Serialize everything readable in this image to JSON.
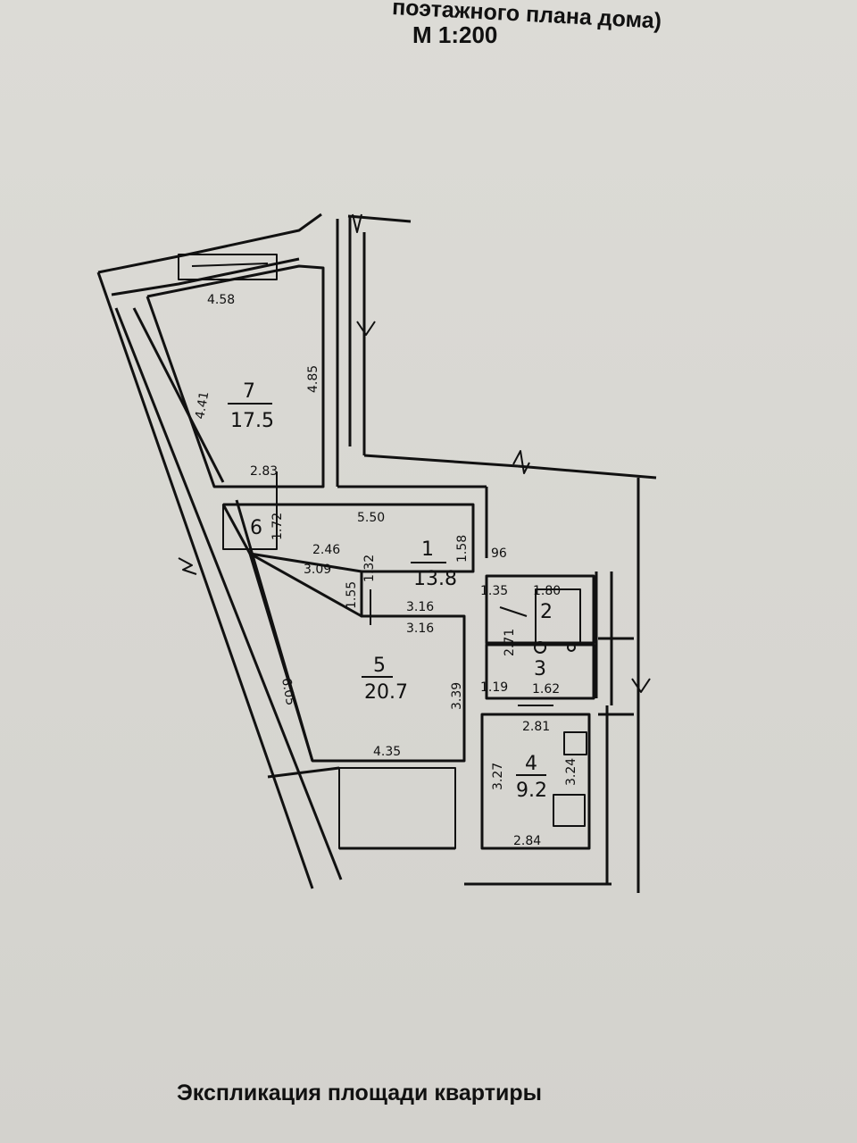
{
  "header": {
    "partial_title": "поэтажного плана дома)",
    "scale": "М 1:200"
  },
  "plan": {
    "rooms": [
      {
        "number": "7",
        "area": "17.5"
      },
      {
        "number": "1",
        "area": "13.8"
      },
      {
        "number": "2",
        "area": ""
      },
      {
        "number": "3",
        "area": ""
      },
      {
        "number": "4",
        "area": "9.2"
      },
      {
        "number": "5",
        "area": "20.7"
      },
      {
        "number": "6",
        "area": ""
      }
    ],
    "dimensions": [
      "4.58",
      "4.41",
      "4.85",
      "2.83",
      "5.50",
      "1.72",
      "2.46",
      "3.09",
      "1.55",
      "1.32",
      "3.16",
      "3.16",
      "1.58",
      "96",
      "1.35",
      "1.80",
      "2.71",
      "1.19",
      "1.62",
      "3.39",
      "6.05",
      "4.35",
      "2.81",
      "3.27",
      "3.24",
      "2.84"
    ]
  },
  "footer": {
    "title": "Экспликация площади квартиры"
  }
}
